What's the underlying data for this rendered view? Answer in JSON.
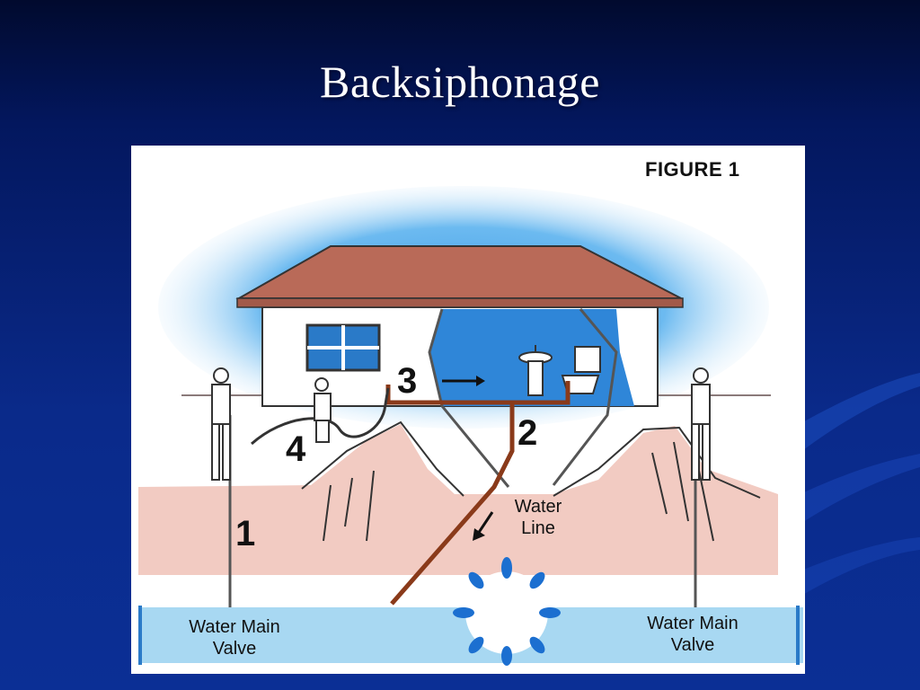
{
  "slide": {
    "title": "Backsiphonage"
  },
  "figure": {
    "caption": "FIGURE 1",
    "markers": [
      "1",
      "2",
      "3",
      "4"
    ],
    "water_line_label": [
      "Water",
      "Line"
    ],
    "valve_left_label": [
      "Water Main",
      "Valve"
    ],
    "valve_right_label": [
      "Water Main",
      "Valve"
    ]
  },
  "colors": {
    "background": "#0b2f95",
    "title_text": "#ffffff",
    "sky": "#5ab0ee",
    "roof": "#b96a58",
    "ground": "#f0c8c0",
    "water_main": "#a8d8f2",
    "pipe": "#8a3a1a"
  },
  "icons": [
    "person-icon",
    "faucet-icon",
    "toilet-icon",
    "window-icon",
    "arrow-icon",
    "water-burst-icon"
  ]
}
